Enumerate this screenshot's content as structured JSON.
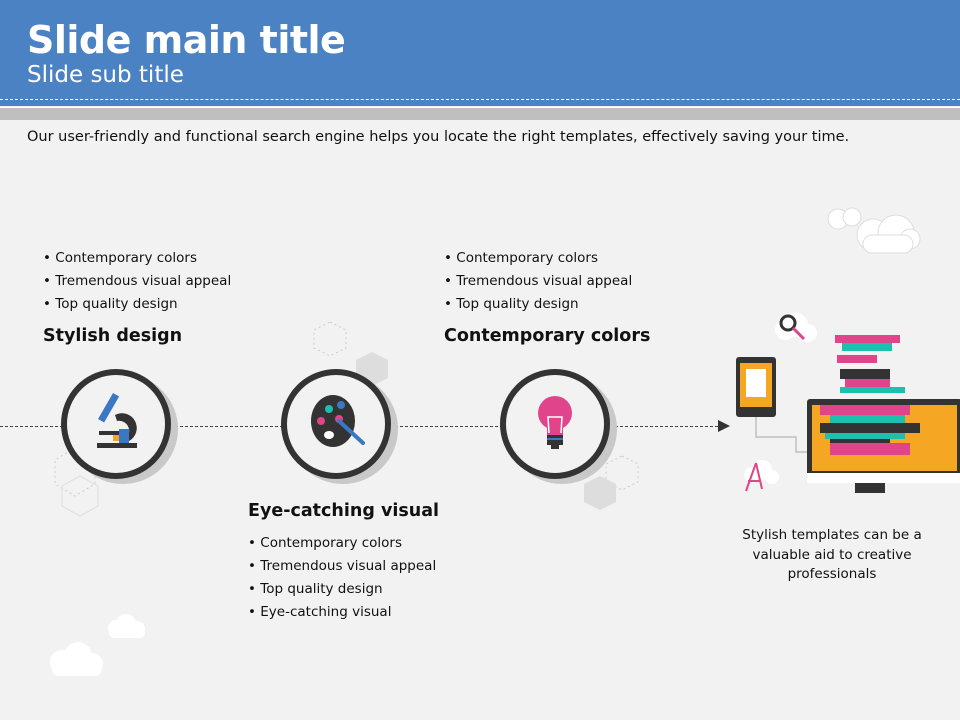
{
  "header": {
    "title": "Slide main title",
    "subtitle": "Slide sub title"
  },
  "intro": "Our user-friendly and functional search engine helps you locate the right templates, effectively saving your time.",
  "sections": [
    {
      "heading": "Stylish  design",
      "bullets": [
        "Contemporary colors",
        "Tremendous visual appeal",
        "Top quality  design"
      ],
      "icon": "microscope-icon"
    },
    {
      "heading": "Eye-catching visual",
      "bullets": [
        "Contemporary colors",
        "Tremendous visual appeal",
        "Top quality design",
        "Eye-catching visual"
      ],
      "icon": "palette-icon"
    },
    {
      "heading": "Contemporary  colors",
      "bullets": [
        "Contemporary colors",
        "Tremendous visual appeal",
        "Top quality  design"
      ],
      "icon": "lightbulb-icon"
    }
  ],
  "caption": "Stylish  templates  can be a valuable  aid to creative professionals",
  "colors": {
    "header": "#4a82c3",
    "pink": "#e0448a",
    "orange": "#f5a623",
    "teal": "#1dbfae",
    "dark": "#333333"
  }
}
